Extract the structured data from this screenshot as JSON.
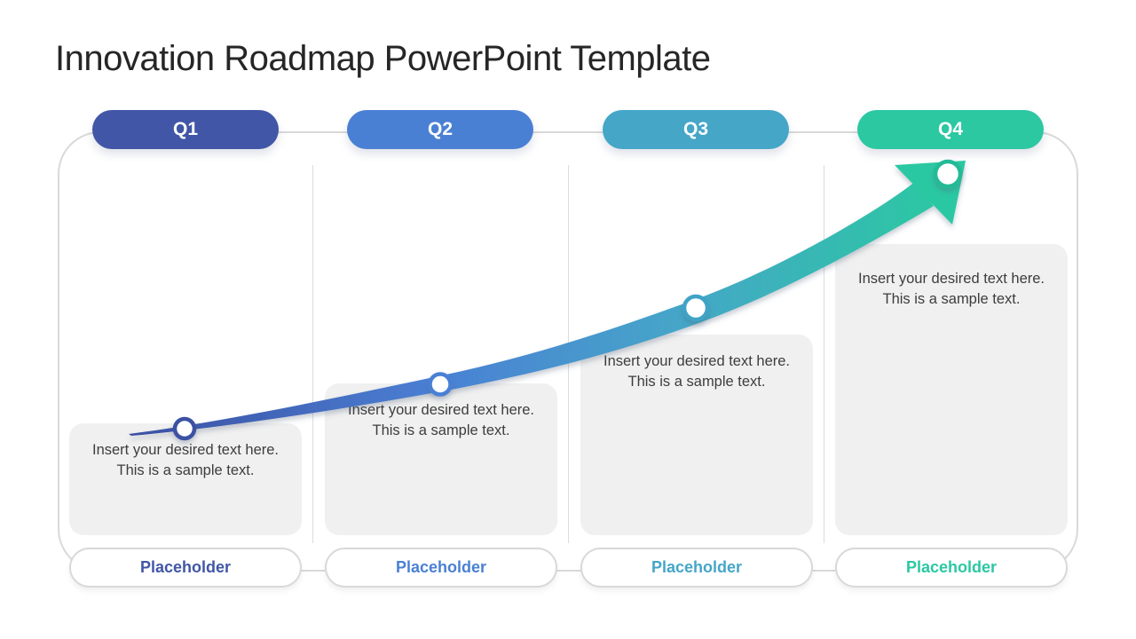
{
  "title": "Innovation Roadmap PowerPoint Template",
  "quarters": [
    {
      "label": "Q1",
      "color": "#4156a6"
    },
    {
      "label": "Q2",
      "color": "#4a80d4"
    },
    {
      "label": "Q3",
      "color": "#45a6c8"
    },
    {
      "label": "Q4",
      "color": "#2bc8a2"
    }
  ],
  "cards": [
    {
      "text": "Insert your desired text here. This is a sample text."
    },
    {
      "text": "Insert your desired text here. This is a sample text."
    },
    {
      "text": "Insert your desired text here. This is a sample text."
    },
    {
      "text": "Insert your desired text here. This is a sample text."
    }
  ],
  "placeholders": [
    {
      "label": "Placeholder",
      "color": "#4156a6"
    },
    {
      "label": "Placeholder",
      "color": "#4a80d4"
    },
    {
      "label": "Placeholder",
      "color": "#45a6c8"
    },
    {
      "label": "Placeholder",
      "color": "#2bc8a2"
    }
  ],
  "curve": {
    "gradient_stops": [
      "#3b4fa2",
      "#4a80d4",
      "#45a6c8",
      "#2bc8a2"
    ],
    "arrow_color": "#2bc8a2",
    "marker_fill": "#ffffff",
    "marker_ring_colors": [
      "#3b51a3",
      "#4a80d4",
      "#3fa3c6",
      "#22bb96"
    ]
  }
}
